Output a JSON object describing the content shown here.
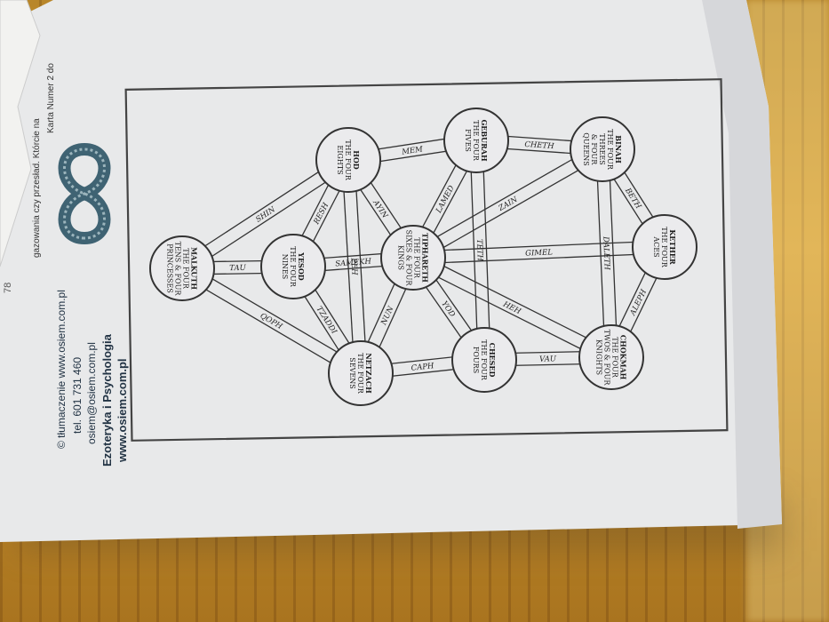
{
  "diagram": {
    "nodes": [
      {
        "id": "kether",
        "lines": [
          "KETHER",
          "THE FOUR",
          "ACES"
        ]
      },
      {
        "id": "binah",
        "lines": [
          "BINAH",
          "THE FOUR",
          "THREES",
          "& FOUR",
          "QUEENS"
        ]
      },
      {
        "id": "chokmah",
        "lines": [
          "CHOKMAH",
          "THE FOUR",
          "TWOS & FOUR",
          "KNIGHTS"
        ]
      },
      {
        "id": "geburah",
        "lines": [
          "GEBURAH",
          "THE FOUR",
          "FIVES"
        ]
      },
      {
        "id": "chesed",
        "lines": [
          "CHESED",
          "THE FOUR",
          "FOURS"
        ]
      },
      {
        "id": "tiphareth",
        "lines": [
          "TIPHARETH",
          "THE FOUR",
          "SIXES & FOUR",
          "KINGS"
        ]
      },
      {
        "id": "hod",
        "lines": [
          "HOD",
          "THE FOUR",
          "EIGHTS"
        ]
      },
      {
        "id": "netzach",
        "lines": [
          "NETZACH",
          "THE FOUR",
          "SEVENS"
        ]
      },
      {
        "id": "yesod",
        "lines": [
          "YESOD",
          "THE FOUR",
          "NINES"
        ]
      },
      {
        "id": "malkuth",
        "lines": [
          "MALKUTH",
          "THE FOUR",
          "TENS & FOUR",
          "PRINCESSES"
        ]
      }
    ],
    "paths": [
      {
        "from": "kether",
        "to": "binah",
        "label": "BETH"
      },
      {
        "from": "kether",
        "to": "chokmah",
        "label": "ALEPH"
      },
      {
        "from": "kether",
        "to": "tiphareth",
        "label": "GIMEL"
      },
      {
        "from": "binah",
        "to": "chokmah",
        "label": "DALETH"
      },
      {
        "from": "binah",
        "to": "geburah",
        "label": "CHETH"
      },
      {
        "from": "binah",
        "to": "tiphareth",
        "label": "ZAIN"
      },
      {
        "from": "chokmah",
        "to": "chesed",
        "label": "VAU"
      },
      {
        "from": "chokmah",
        "to": "tiphareth",
        "label": "HEH"
      },
      {
        "from": "geburah",
        "to": "hod",
        "label": "MEM"
      },
      {
        "from": "geburah",
        "to": "chesed",
        "label": "TETH"
      },
      {
        "from": "geburah",
        "to": "tiphareth",
        "label": "LAMED"
      },
      {
        "from": "chesed",
        "to": "tiphareth",
        "label": "YOD"
      },
      {
        "from": "chesed",
        "to": "netzach",
        "label": "CAPH"
      },
      {
        "from": "tiphareth",
        "to": "hod",
        "label": "AYIN"
      },
      {
        "from": "tiphareth",
        "to": "netzach",
        "label": "NUN"
      },
      {
        "from": "tiphareth",
        "to": "yesod",
        "label": "SAMEKH"
      },
      {
        "from": "hod",
        "to": "yesod",
        "label": "RESH"
      },
      {
        "from": "hod",
        "to": "netzach",
        "label": "PEH"
      },
      {
        "from": "hod",
        "to": "malkuth",
        "label": "SHIN"
      },
      {
        "from": "netzach",
        "to": "yesod",
        "label": "TZADDI"
      },
      {
        "from": "netzach",
        "to": "malkuth",
        "label": "QOPH"
      },
      {
        "from": "yesod",
        "to": "malkuth",
        "label": "TAU"
      }
    ]
  },
  "imprint": {
    "website": "www.osiem.com.pl",
    "publisher": "Ezoteryka i Psychologia",
    "email": "osiem@osiem.com.pl",
    "phone": "tel. 601 731 460",
    "translation": "© tłumaczenie www.osiem.com.pl",
    "torn_line1": "Karta Numer 2 do",
    "torn_line2": "gazowania czy przesład. Którcie na",
    "page_number": "78"
  },
  "colors": {
    "paper": "#e9eaec",
    "ink": "#2a2a2a",
    "wood": "#c78f2c"
  }
}
